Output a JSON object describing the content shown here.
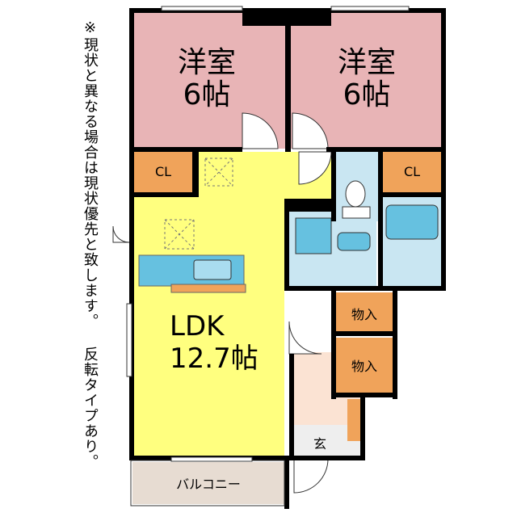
{
  "note": "※現状と異なる場合は現状優先と致します。 反転タイプあり。",
  "rooms": {
    "western1": {
      "name": "洋室",
      "size": "6帖"
    },
    "western2": {
      "name": "洋室",
      "size": "6帖"
    },
    "ldk": {
      "name": "LDK",
      "size": "12.7帖"
    },
    "cl_left": "CL",
    "cl_right": "CL",
    "storage1": "物入",
    "storage2": "物入",
    "entrance": "玄",
    "balcony": "バルコニー"
  },
  "colors": {
    "western": "#e8b4b6",
    "ldk": "#ffff7f",
    "closet": "#f0a35a",
    "wet_area": "#c9e6f2",
    "entrance": "#fbe3d3",
    "balcony": "#e7dcd2",
    "counter": "#66c1e0",
    "wall": "#000000"
  }
}
